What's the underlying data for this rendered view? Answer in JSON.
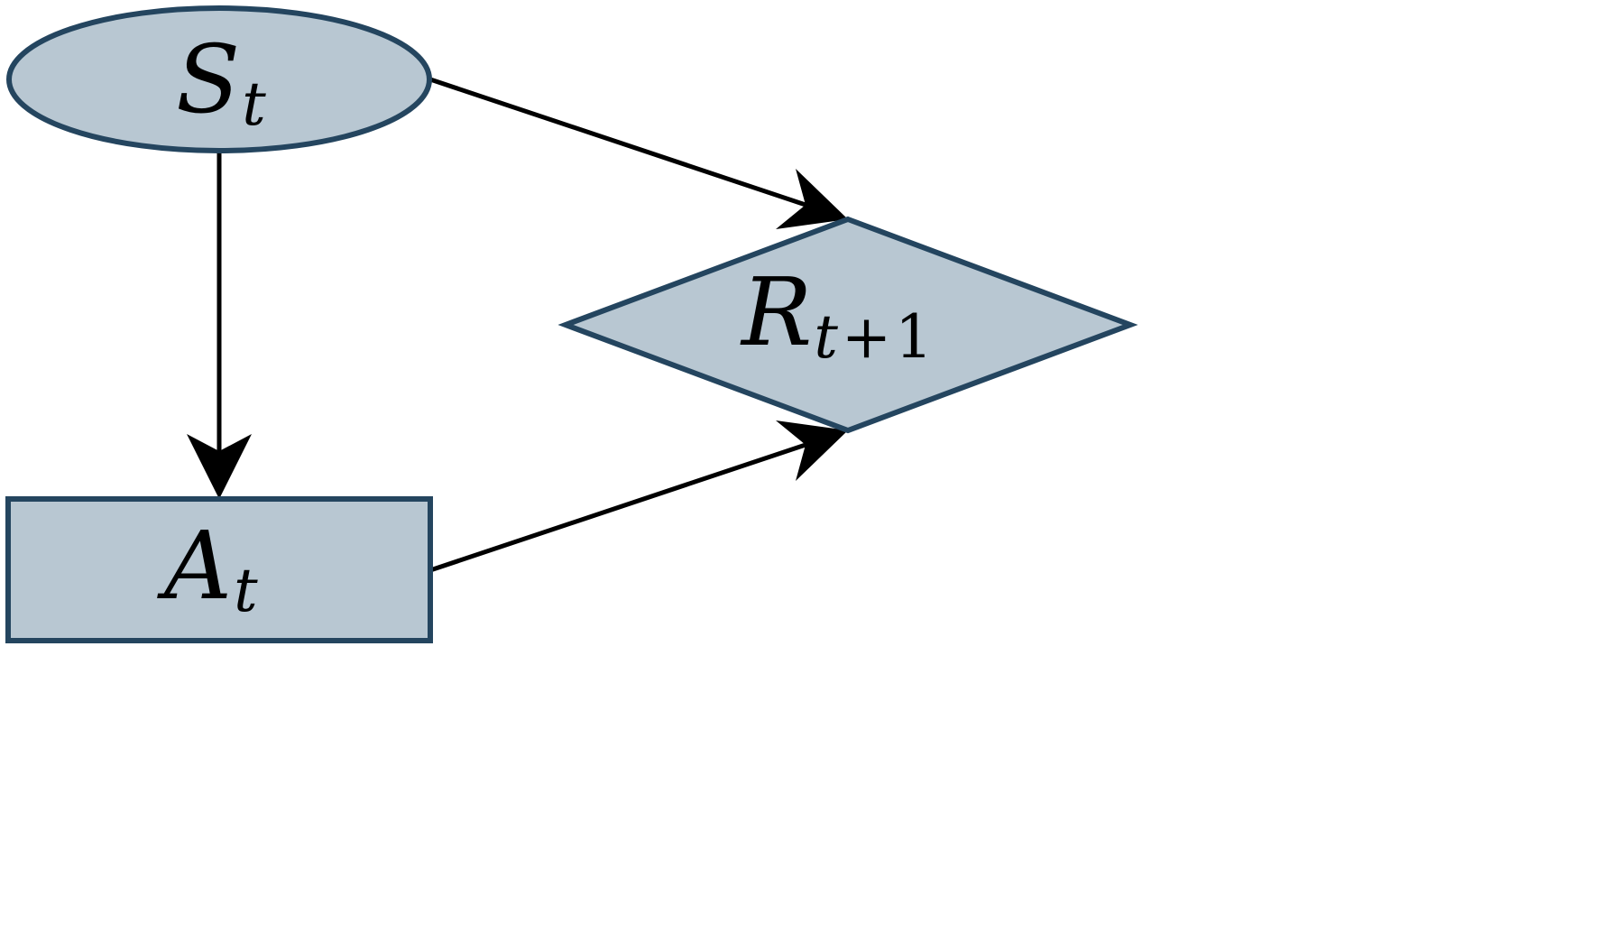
{
  "nodes": {
    "state": {
      "base": "S",
      "subscript": "t",
      "shape": "ellipse"
    },
    "action": {
      "base": "A",
      "subscript": "t",
      "shape": "rectangle"
    },
    "reward": {
      "base": "R",
      "subscript_var": "t",
      "subscript_op": "+",
      "subscript_num": "1",
      "shape": "diamond"
    }
  },
  "edges": [
    {
      "from": "state",
      "to": "action"
    },
    {
      "from": "state",
      "to": "reward"
    },
    {
      "from": "action",
      "to": "reward"
    }
  ],
  "colors": {
    "node_fill": "#b8c7d2",
    "node_stroke": "#24455f",
    "edge": "#000000",
    "background": "#ffffff"
  }
}
